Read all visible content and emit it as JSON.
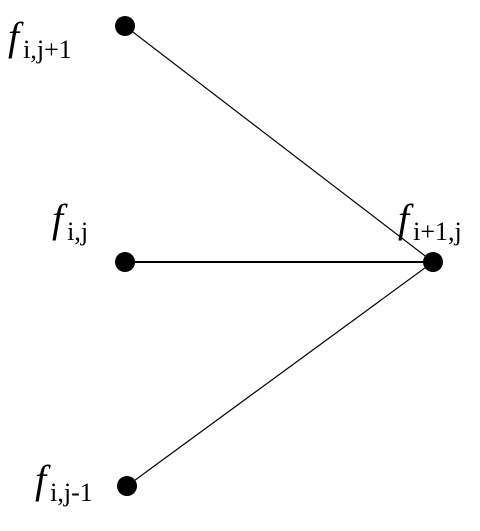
{
  "nodes": {
    "f_i_jp1": {
      "f": "f",
      "sub": "i,j+1"
    },
    "f_i_j": {
      "f": "f",
      "sub": "i,j"
    },
    "f_i_jm1": {
      "f": "f",
      "sub": "i,j-1"
    },
    "f_ip1_j": {
      "f": "f",
      "sub": "i+1,j"
    }
  },
  "colors": {
    "ink": "#000000",
    "background": "#ffffff"
  }
}
